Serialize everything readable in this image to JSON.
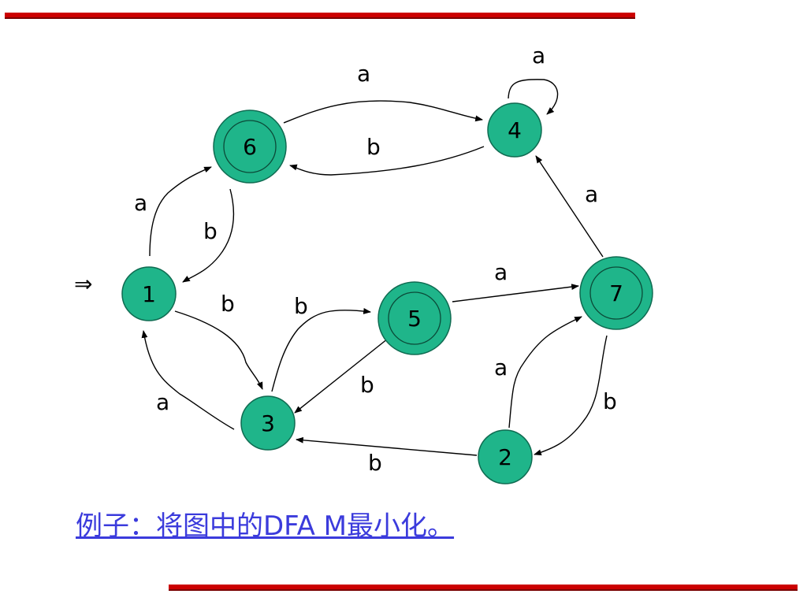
{
  "diagram": {
    "start_marker": "⇒",
    "start_state": "1",
    "states": [
      {
        "id": "1",
        "label": "1",
        "accepting": false
      },
      {
        "id": "2",
        "label": "2",
        "accepting": false
      },
      {
        "id": "3",
        "label": "3",
        "accepting": false
      },
      {
        "id": "4",
        "label": "4",
        "accepting": false
      },
      {
        "id": "5",
        "label": "5",
        "accepting": true
      },
      {
        "id": "6",
        "label": "6",
        "accepting": true
      },
      {
        "id": "7",
        "label": "7",
        "accepting": true
      }
    ],
    "transitions": [
      {
        "from": "1",
        "to": "6",
        "label": "a"
      },
      {
        "from": "6",
        "to": "1",
        "label": "b"
      },
      {
        "from": "6",
        "to": "4",
        "label": "a"
      },
      {
        "from": "4",
        "to": "6",
        "label": "b"
      },
      {
        "from": "4",
        "to": "4",
        "label": "a"
      },
      {
        "from": "7",
        "to": "4",
        "label": "a"
      },
      {
        "from": "1",
        "to": "3",
        "label": "b"
      },
      {
        "from": "3",
        "to": "1",
        "label": "a"
      },
      {
        "from": "3",
        "to": "5",
        "label": "b"
      },
      {
        "from": "5",
        "to": "3",
        "label": "b"
      },
      {
        "from": "5",
        "to": "7",
        "label": "a"
      },
      {
        "from": "2",
        "to": "7",
        "label": "a"
      },
      {
        "from": "7",
        "to": "2",
        "label": "b"
      },
      {
        "from": "2",
        "to": "3",
        "label": "b"
      }
    ]
  },
  "caption": "例子：将图中的DFA M最小化。",
  "colors": {
    "state_fill": "#1fb58a",
    "rule": "#cc0000",
    "caption": "#3b3bdc"
  }
}
